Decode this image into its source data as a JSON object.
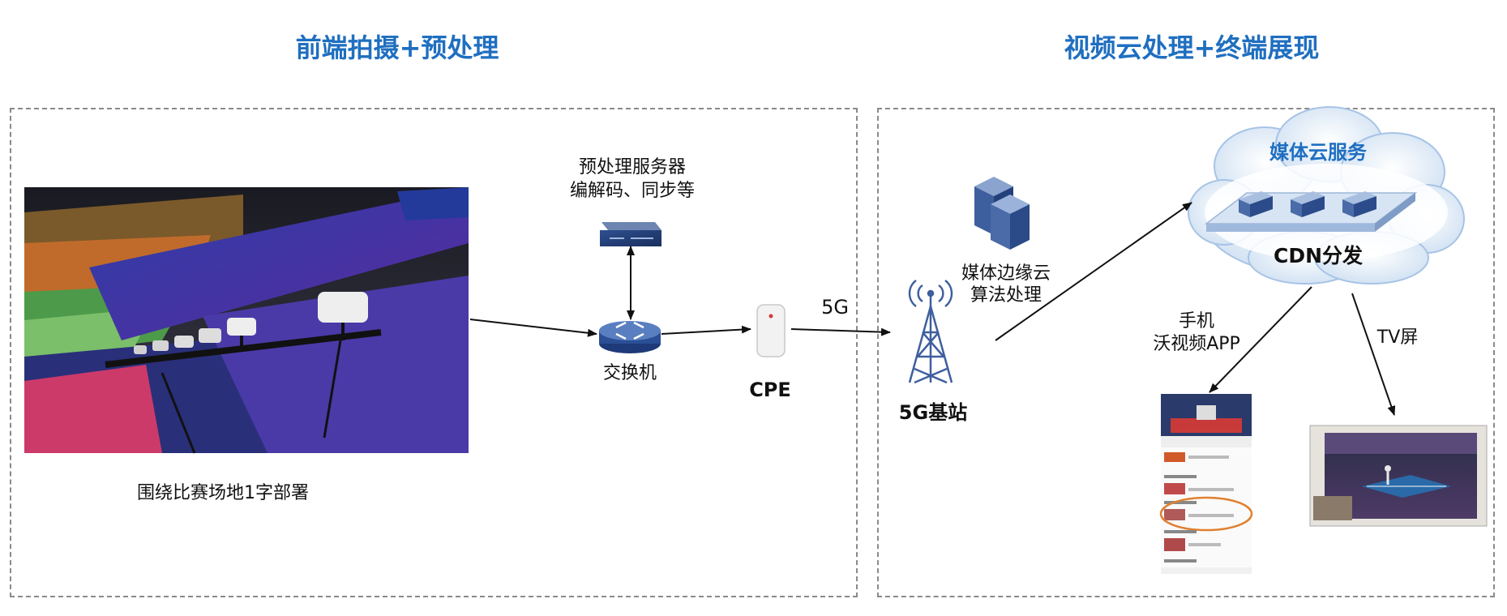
{
  "left_section": {
    "title": "前端拍摄+预处理",
    "venue_caption": "围绕比赛场地1字部署",
    "preprocess_server": {
      "line1": "预处理服务器",
      "line2": "编解码、同步等"
    },
    "switch_label": "交换机",
    "cpe_label": "CPE"
  },
  "link_label": "5G",
  "right_section": {
    "title": "视频云处理+终端展现",
    "base_station_label": "5G基站",
    "edge_cloud": {
      "line1": "媒体边缘云",
      "line2": "算法处理"
    },
    "media_cloud": {
      "title": "媒体云服务",
      "cdn_label": "CDN分发"
    },
    "phone": {
      "line1": "手机",
      "line2": "沃视频APP"
    },
    "tv_label": "TV屏"
  },
  "colors": {
    "title_blue": "#1f6fc0",
    "cloud_text_blue": "#1f6fc0",
    "dash_border": "#8a8a8a"
  }
}
